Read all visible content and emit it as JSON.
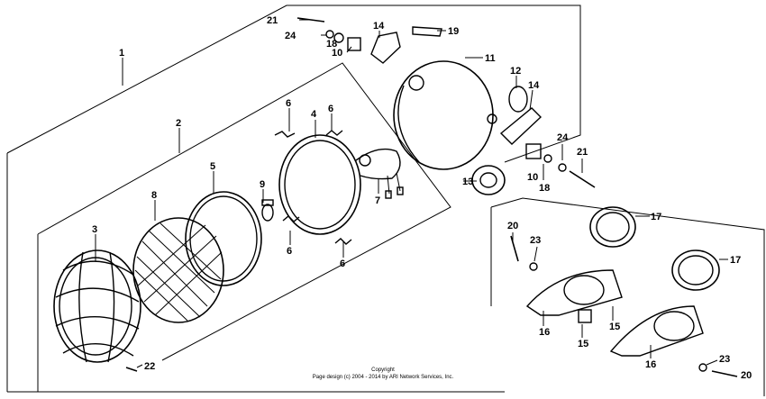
{
  "callouts": [
    "1",
    "2",
    "3",
    "4",
    "5",
    "6",
    "6",
    "6",
    "6",
    "7",
    "8",
    "9",
    "10",
    "10",
    "11",
    "12",
    "13",
    "14",
    "14",
    "15",
    "15",
    "16",
    "16",
    "17",
    "17",
    "18",
    "18",
    "19",
    "20",
    "20",
    "21",
    "21",
    "22",
    "23",
    "23",
    "24",
    "24"
  ],
  "copyright": {
    "line1": "Copyright",
    "line2": "Page design (c) 2004 - 2014 by ARI Network Services, Inc."
  }
}
